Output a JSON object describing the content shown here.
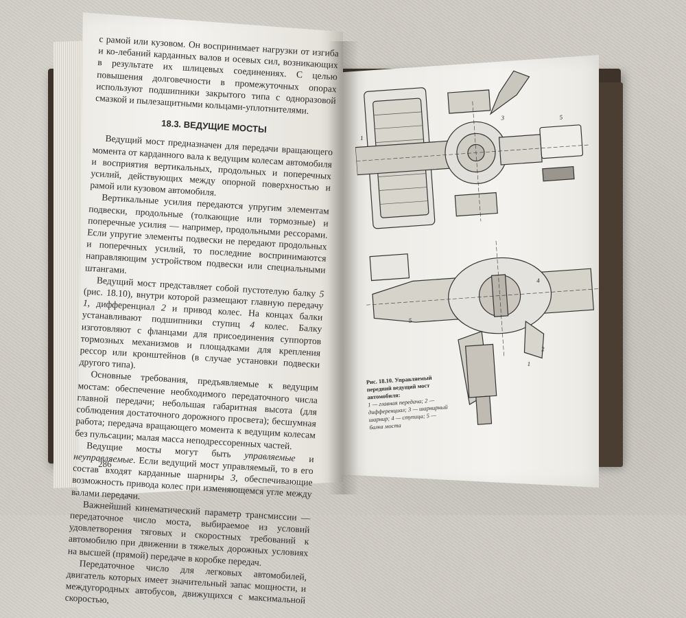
{
  "left_page": {
    "p1": "с рамой или кузовом. Он воспринимает нагрузки от изгиба и ко-лебаний карданных валов и осевых сил, возникающих в результате их шлицевых соединениях. С целью повышения долговечности в промежуточных опорах используют подшипники закрытого типа с одноразовой смазкой и пылезащитными кольцами-уплотнителями.",
    "heading": "18.3. ВЕДУЩИЕ МОСТЫ",
    "p2": "Ведущий мост предназначен для передачи вращающего момента от карданного вала к ведущим колесам автомобиля и восприятия вертикальных, продольных и поперечных усилий, действующих между опорной поверхностью и рамой или кузовом автомобиля.",
    "p3": "Вертикальные усилия передаются упругим элементам подвески, продольные (толкающие или тормозные) и поперечные усилия — например, продольными рессорами. Если упругие элементы подвески не передают продольных и поперечных усилий, то последние воспринимаются направляющим устройством подвески или специальными штангами.",
    "p4_a": "Ведущий мост представляет собой пустотелую балку ",
    "p4_n5": "5",
    "p4_b": " (рис. 18.10), внутри которой размещают главную передачу ",
    "p4_n1": "1",
    "p4_c": ", дифференциал ",
    "p4_n2": "2",
    "p4_d": " и привод колес. На концах балки устанавливают подшипники ступиц ",
    "p4_n4": "4",
    "p4_e": " колес. Балку изготовляют с фланцами для присоединения суппортов тормозных механизмов и площадками для крепления рессор или кронштейнов (в случае установки подвески другого типа).",
    "p5": "Основные требования, предъявляемые к ведущим мостам: обеспечение необходимого передаточного числа главной передачи; небольшая габаритная высота (для соблюдения достаточного дорожного просвета); бесшумная работа; передача вращающего момента к ведущим колесам без пульсации; малая масса неподрессоренных частей.",
    "p6_a": "Ведущие мосты могут быть ",
    "p6_i1": "управляемые",
    "p6_b": " и ",
    "p6_i2": "неуправляемые",
    "p6_c": ". Если ведущий мост управляемый, то в его состав входят карданные шарниры ",
    "p6_n3": "3",
    "p6_d": ", обеспечивающие возможность привода колес при изменяющемся угле между валами передачи.",
    "p7": "Важнейший кинематический параметр трансмиссии — передаточное число моста, выбираемое из условий удовлетворения тяговых и скоростных требований к автомобилю при движении в тяжелых дорожных условиях на высшей (прямой) передаче в коробке передач.",
    "p8": "Передаточное число для легковых автомобилей, двигатель которых имеет значительный запас мощности, и междугородных автобусов, движущихся с максимальной скоростью,",
    "page_number": "286"
  },
  "right_page": {
    "caption_title": "Рис. 18.10. Управляемый передний ведущий мост автомобиля:",
    "caption_body": "1 — главная передача; 2 — дифференциал; 3 — шарнирный шарнир; 4 — ступица; 5 — балка моста",
    "callouts": [
      "1",
      "3",
      "5",
      "5",
      "4",
      "2",
      "1"
    ]
  },
  "colors": {
    "background": "#cfcbc4",
    "paper": "#f3f1ec",
    "cover": "#3d332b",
    "ink": "#2a2a2a"
  }
}
